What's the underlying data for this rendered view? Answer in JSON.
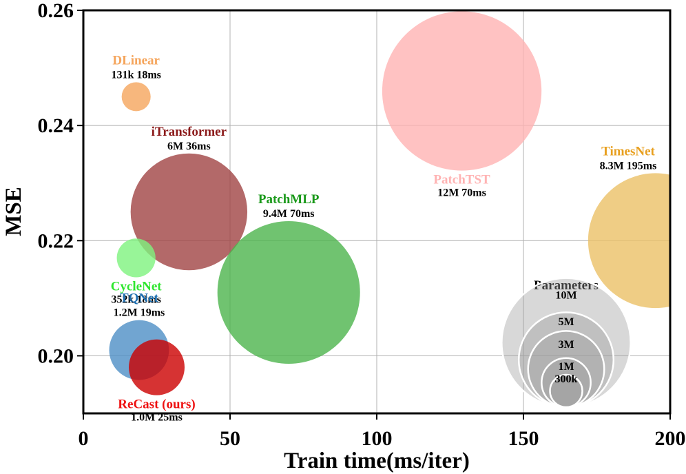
{
  "chart_data": {
    "type": "scatter",
    "xlabel": "Train time(ms/iter)",
    "ylabel": "MSE",
    "xlim": [
      0,
      200
    ],
    "ylim": [
      0.19,
      0.26
    ],
    "x_ticks": [
      "0",
      "50",
      "100",
      "150",
      "200"
    ],
    "y_ticks": [
      "0.20",
      "0.22",
      "0.24",
      "0.26"
    ],
    "grid": true,
    "points": [
      {
        "name": "DLinear",
        "detail": "131k 18ms",
        "x": 18,
        "y": 0.245,
        "params_m": 0.131,
        "color": "#f5a55c",
        "label_color": "#f5a55c",
        "label_pos": "above"
      },
      {
        "name": "iTransformer",
        "detail": "6M 36ms",
        "x": 36,
        "y": 0.225,
        "params_m": 6.0,
        "color": "#a04444",
        "label_color": "#8b1a1a",
        "label_pos": "above"
      },
      {
        "name": "CycleNet",
        "detail": "352k 18ms",
        "x": 18,
        "y": 0.217,
        "params_m": 0.352,
        "color": "#7ef27e",
        "label_color": "#2ee62e",
        "label_pos": "below"
      },
      {
        "name": "PatchMLP",
        "detail": "9.4M 70ms",
        "x": 70,
        "y": 0.211,
        "params_m": 9.4,
        "color": "#4cb44c",
        "label_color": "#1a991a",
        "label_pos": "above"
      },
      {
        "name": "PatchTST",
        "detail": "12M 70ms",
        "x": 129,
        "y": 0.246,
        "params_m": 12.0,
        "color": "#ffb3b3",
        "label_color": "#ffb3b3",
        "label_pos": "below"
      },
      {
        "name": "TimesNet",
        "detail": "8.3M 195ms",
        "x": 195,
        "y": 0.22,
        "params_m": 8.3,
        "color": "#ebc066",
        "label_color": "#e8a020",
        "label_pos": "above"
      },
      {
        "name": "TQNet",
        "detail": "1.2M 19ms",
        "x": 19,
        "y": 0.201,
        "params_m": 1.2,
        "color": "#4d8fc6",
        "label_color": "#1f6fb0",
        "label_pos": "above"
      },
      {
        "name": "ReCast (ours)",
        "detail": "1.0M 25ms",
        "x": 25,
        "y": 0.198,
        "params_m": 1.0,
        "color": "#cc0000",
        "label_color": "#ee1111",
        "label_pos": "below"
      }
    ],
    "legend": {
      "title": "Parameters",
      "placement": "bottom-right",
      "sizes": [
        {
          "label": "10M",
          "params_m": 10.0
        },
        {
          "label": "5M",
          "params_m": 5.0
        },
        {
          "label": "3M",
          "params_m": 3.0
        },
        {
          "label": "1M",
          "params_m": 1.0
        },
        {
          "label": "300k",
          "params_m": 0.3
        }
      ]
    }
  }
}
